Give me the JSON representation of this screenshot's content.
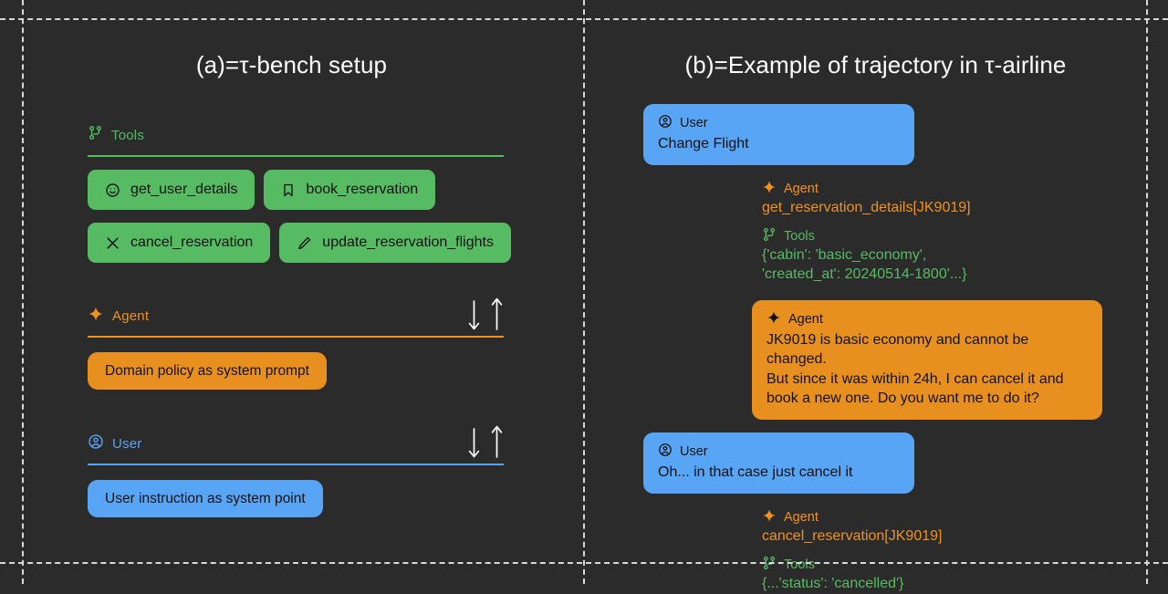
{
  "panel_a": {
    "title": "(a)=τ-bench setup",
    "tools_section": {
      "label": "Tools",
      "icon": "git-fork-icon",
      "color": "#57bb63",
      "chips": [
        {
          "label": "get_user_details",
          "icon": "smiley-icon"
        },
        {
          "label": "book_reservation",
          "icon": "bookmark-icon"
        },
        {
          "label": "cancel_reservation",
          "icon": "close-x-icon"
        },
        {
          "label": "update_reservation_flights",
          "icon": "pencil-icon"
        }
      ]
    },
    "agent_section": {
      "label": "Agent",
      "icon": "sparkle-icon",
      "color": "#f0921f",
      "arrows": [
        "arrow-down-icon",
        "arrow-up-icon"
      ],
      "bubble": "Domain policy as system prompt"
    },
    "user_section": {
      "label": "User",
      "icon": "user-circle-icon",
      "color": "#59a5f5",
      "arrows": [
        "arrow-down-icon",
        "arrow-up-icon"
      ],
      "bubble": "User instruction as system point"
    }
  },
  "panel_b": {
    "title": "(b)=Example of trajectory in τ-airline",
    "messages": [
      {
        "kind": "bubble",
        "role": "User",
        "icon": "user-circle-icon",
        "text": "Change Flight"
      },
      {
        "kind": "plain",
        "role": "Agent",
        "icon": "sparkle-icon",
        "text": "get_reservation_details[JK9019]"
      },
      {
        "kind": "plain",
        "role": "Tools",
        "icon": "git-fork-icon",
        "text": "{'cabin': 'basic_economy',\n'created_at': 20240514-1800'...}"
      },
      {
        "kind": "bubble",
        "role": "Agent",
        "icon": "sparkle-icon",
        "text": "JK9019 is basic economy and cannot be changed.\nBut since it was within 24h, I can cancel it and\nbook a new one. Do you want me to do it?"
      },
      {
        "kind": "bubble",
        "role": "User",
        "icon": "user-circle-icon",
        "text": "Oh... in that case just cancel it"
      },
      {
        "kind": "plain",
        "role": "Agent",
        "icon": "sparkle-icon",
        "text": "cancel_reservation[JK9019]"
      },
      {
        "kind": "plain",
        "role": "Tools",
        "icon": "git-fork-icon",
        "text": "{...'status': 'cancelled'}"
      }
    ]
  },
  "colors": {
    "background": "#2b2b2b",
    "green": "#57bb63",
    "orange": "#e8901f",
    "orange_text": "#f0921f",
    "blue": "#59a5f5",
    "guide": "#d8d8d8",
    "title_text": "#ffffff"
  }
}
